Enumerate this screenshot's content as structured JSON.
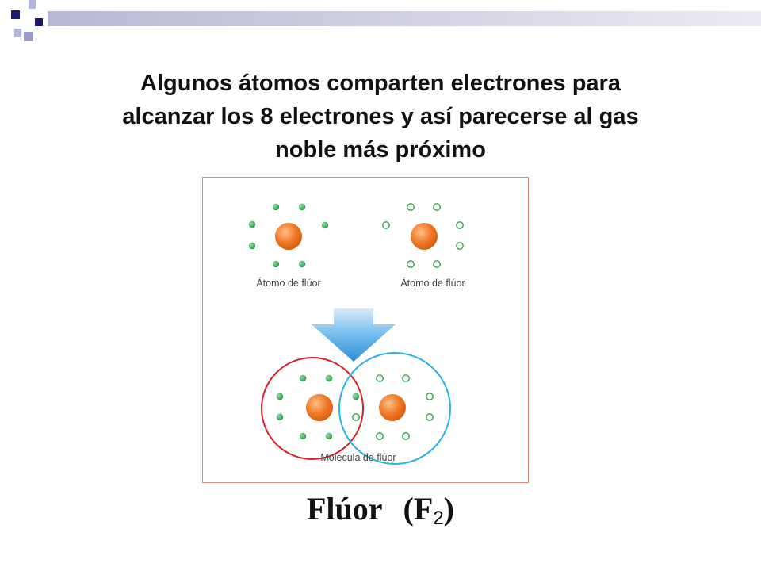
{
  "slide": {
    "title_lines": [
      "Algunos átomos comparten electrones para",
      "alcanzar los 8 electrones y así parecerse al gas",
      "noble más próximo"
    ],
    "formula": {
      "name": "Flúor",
      "open": "(F",
      "subscript": "2",
      "close": ")"
    }
  },
  "diagram": {
    "atom_left_label": "Átomo de flúor",
    "atom_right_label": "Átomo de flúor",
    "molecule_label": "Molécula de flúor"
  },
  "colors": {
    "deco_navy": "#1a1a6e",
    "deco_lavender": "#b4b4dc",
    "deco_bar": "#c8c8de",
    "frame": "#e08a80",
    "nucleus": "#f07a28",
    "electron_filled": "#2aa84a",
    "electron_hollow": "#2aa84a",
    "arrow": "#3a9de0",
    "circle_left": "#d8202a",
    "circle_right": "#2cb4e0"
  },
  "icons": {
    "arrow": "down-arrow-icon",
    "deco": "corner-squares-icon"
  }
}
